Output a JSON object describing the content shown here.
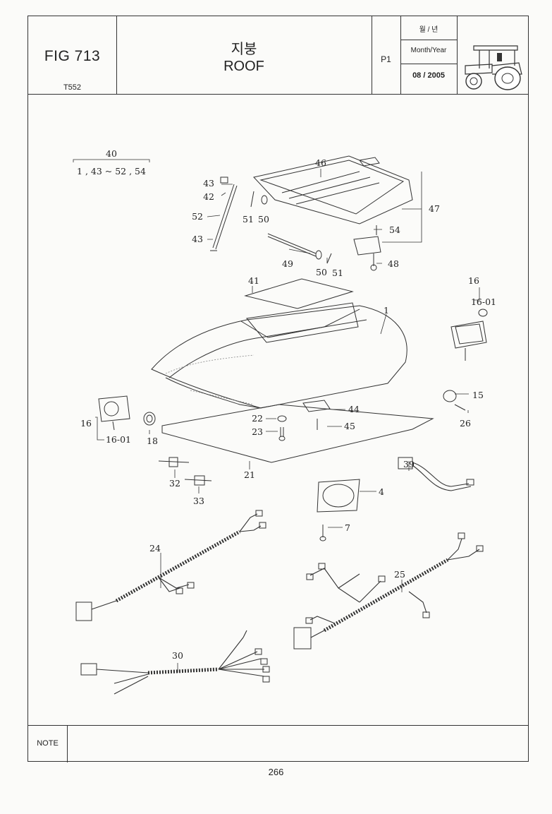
{
  "header": {
    "fig": "FIG 713",
    "model": "T552",
    "title_ko": "지붕",
    "title_en": "ROOF",
    "page_code": "P1",
    "date_header_ko": "월 / 년",
    "date_header_en": "Month/Year",
    "date_value": "08 / 2005"
  },
  "assembly_group": {
    "number": "40",
    "includes": "1 , 43 ~ 52 , 54"
  },
  "callouts": {
    "c1": "1",
    "c4": "4",
    "c7": "7",
    "c15": "15",
    "c16a": "16",
    "c16b": "16",
    "c1601a": "16-01",
    "c1601b": "16-01",
    "c18": "18",
    "c21": "21",
    "c22": "22",
    "c23": "23",
    "c24": "24",
    "c25": "25",
    "c26": "26",
    "c30": "30",
    "c32": "32",
    "c33": "33",
    "c39": "39",
    "c41": "41",
    "c42": "42",
    "c43a": "43",
    "c43b": "43",
    "c44": "44",
    "c45": "45",
    "c46": "46",
    "c47": "47",
    "c48": "48",
    "c49": "49",
    "c50a": "50",
    "c50b": "50",
    "c51a": "51",
    "c51b": "51",
    "c52": "52",
    "c54": "54"
  },
  "footer": {
    "note_label": "NOTE",
    "page_number": "266"
  }
}
